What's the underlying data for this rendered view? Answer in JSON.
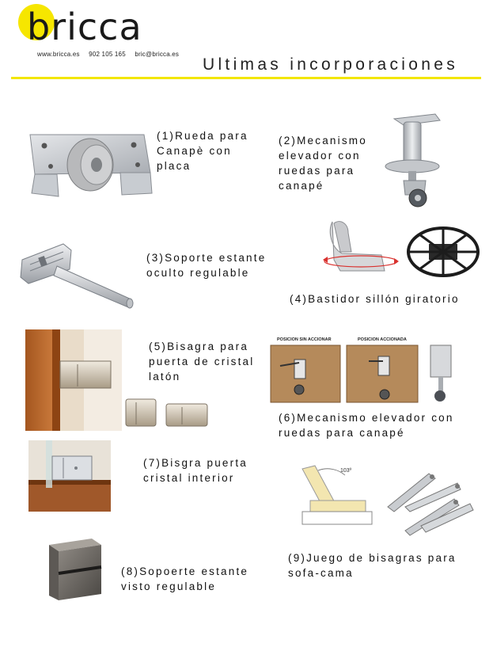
{
  "header": {
    "brand": "bricca",
    "website": "www.bricca.es",
    "phone": "902 105 165",
    "email": "bric@bricca.es",
    "headline": "Ultimas incorporaciones"
  },
  "diagram_labels": {
    "sin_accionar": "POSICION SIN ACCIONAR",
    "accionada": "POSICION ACCIONADA",
    "angle": "103º"
  },
  "products": [
    {
      "lines": [
        "(1)Rueda para",
        "Canapè con",
        "placa"
      ]
    },
    {
      "lines": [
        "(2)Mecanismo",
        "elevador con",
        "ruedas para",
        "canapé"
      ]
    },
    {
      "lines": [
        "(3)Soporte estante",
        "oculto regulable"
      ]
    },
    {
      "lines": [
        "(4)Bastidor sillón giratorio"
      ]
    },
    {
      "lines": [
        "(5)Bisagra para",
        "puerta de cristal",
        "latón"
      ]
    },
    {
      "lines": [
        "(6)Mecanismo elevador con",
        "ruedas para canapé"
      ]
    },
    {
      "lines": [
        "(7)Bisgra puerta",
        "cristal interior"
      ]
    },
    {
      "lines": [
        "(8)Sopoerte estante",
        "visto regulable"
      ]
    },
    {
      "lines": [
        "(9)Juego de bisagras para",
        "sofa-cama"
      ]
    }
  ]
}
